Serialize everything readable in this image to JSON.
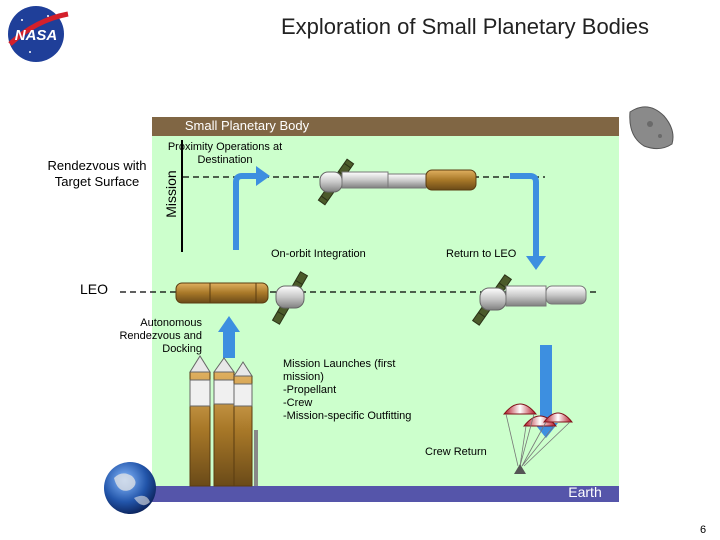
{
  "title": "Exploration of Small Planetary Bodies",
  "logo_text": "NASA",
  "labels": {
    "small_planetary_body": "Small Planetary Body",
    "rendezvous": "Rendezvous with Target Surface",
    "mission": "Mission",
    "proximity": "Proximity Operations at Destination",
    "integration": "On-orbit Integration",
    "return_leo": "Return to LEO",
    "leo": "LEO",
    "autonomous": "Autonomous Rendezvous and Docking",
    "launches": [
      "Mission Launches (first mission)",
      "-Propellant",
      "-Crew",
      "-Mission-specific Outfitting"
    ],
    "crew_return": "Crew Return",
    "earth": "Earth"
  },
  "page_number": "6",
  "colors": {
    "panel": "#ccffcc",
    "planetary_bar": "#806644",
    "earth_bar": "#5555aa",
    "arrow": "#3d8fe0"
  }
}
